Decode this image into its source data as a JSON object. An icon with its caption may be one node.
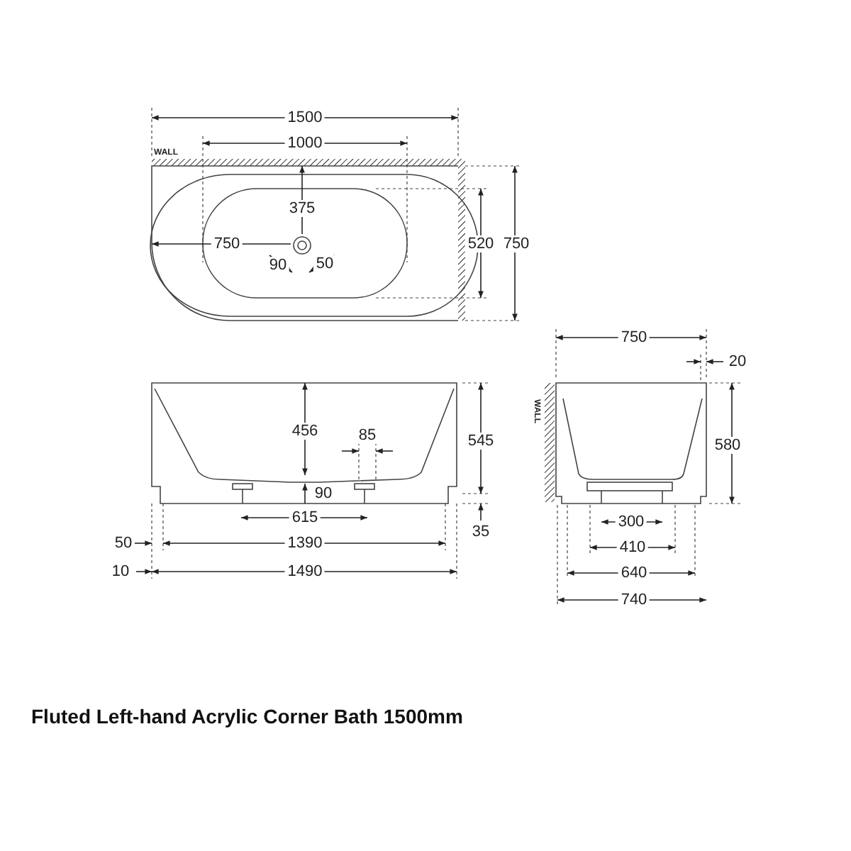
{
  "diagram": {
    "title": "Fluted Left-hand Acrylic Corner Bath 1500mm",
    "labels": [
      "1500",
      "1000",
      "WALL",
      "375",
      "750",
      "520",
      "750",
      "90",
      "50",
      "750",
      "20",
      "456",
      "85",
      "545",
      "WALL",
      "580",
      "90",
      "615",
      "300",
      "35",
      "50",
      "1390",
      "410",
      "10",
      "1490",
      "640",
      "740"
    ]
  }
}
